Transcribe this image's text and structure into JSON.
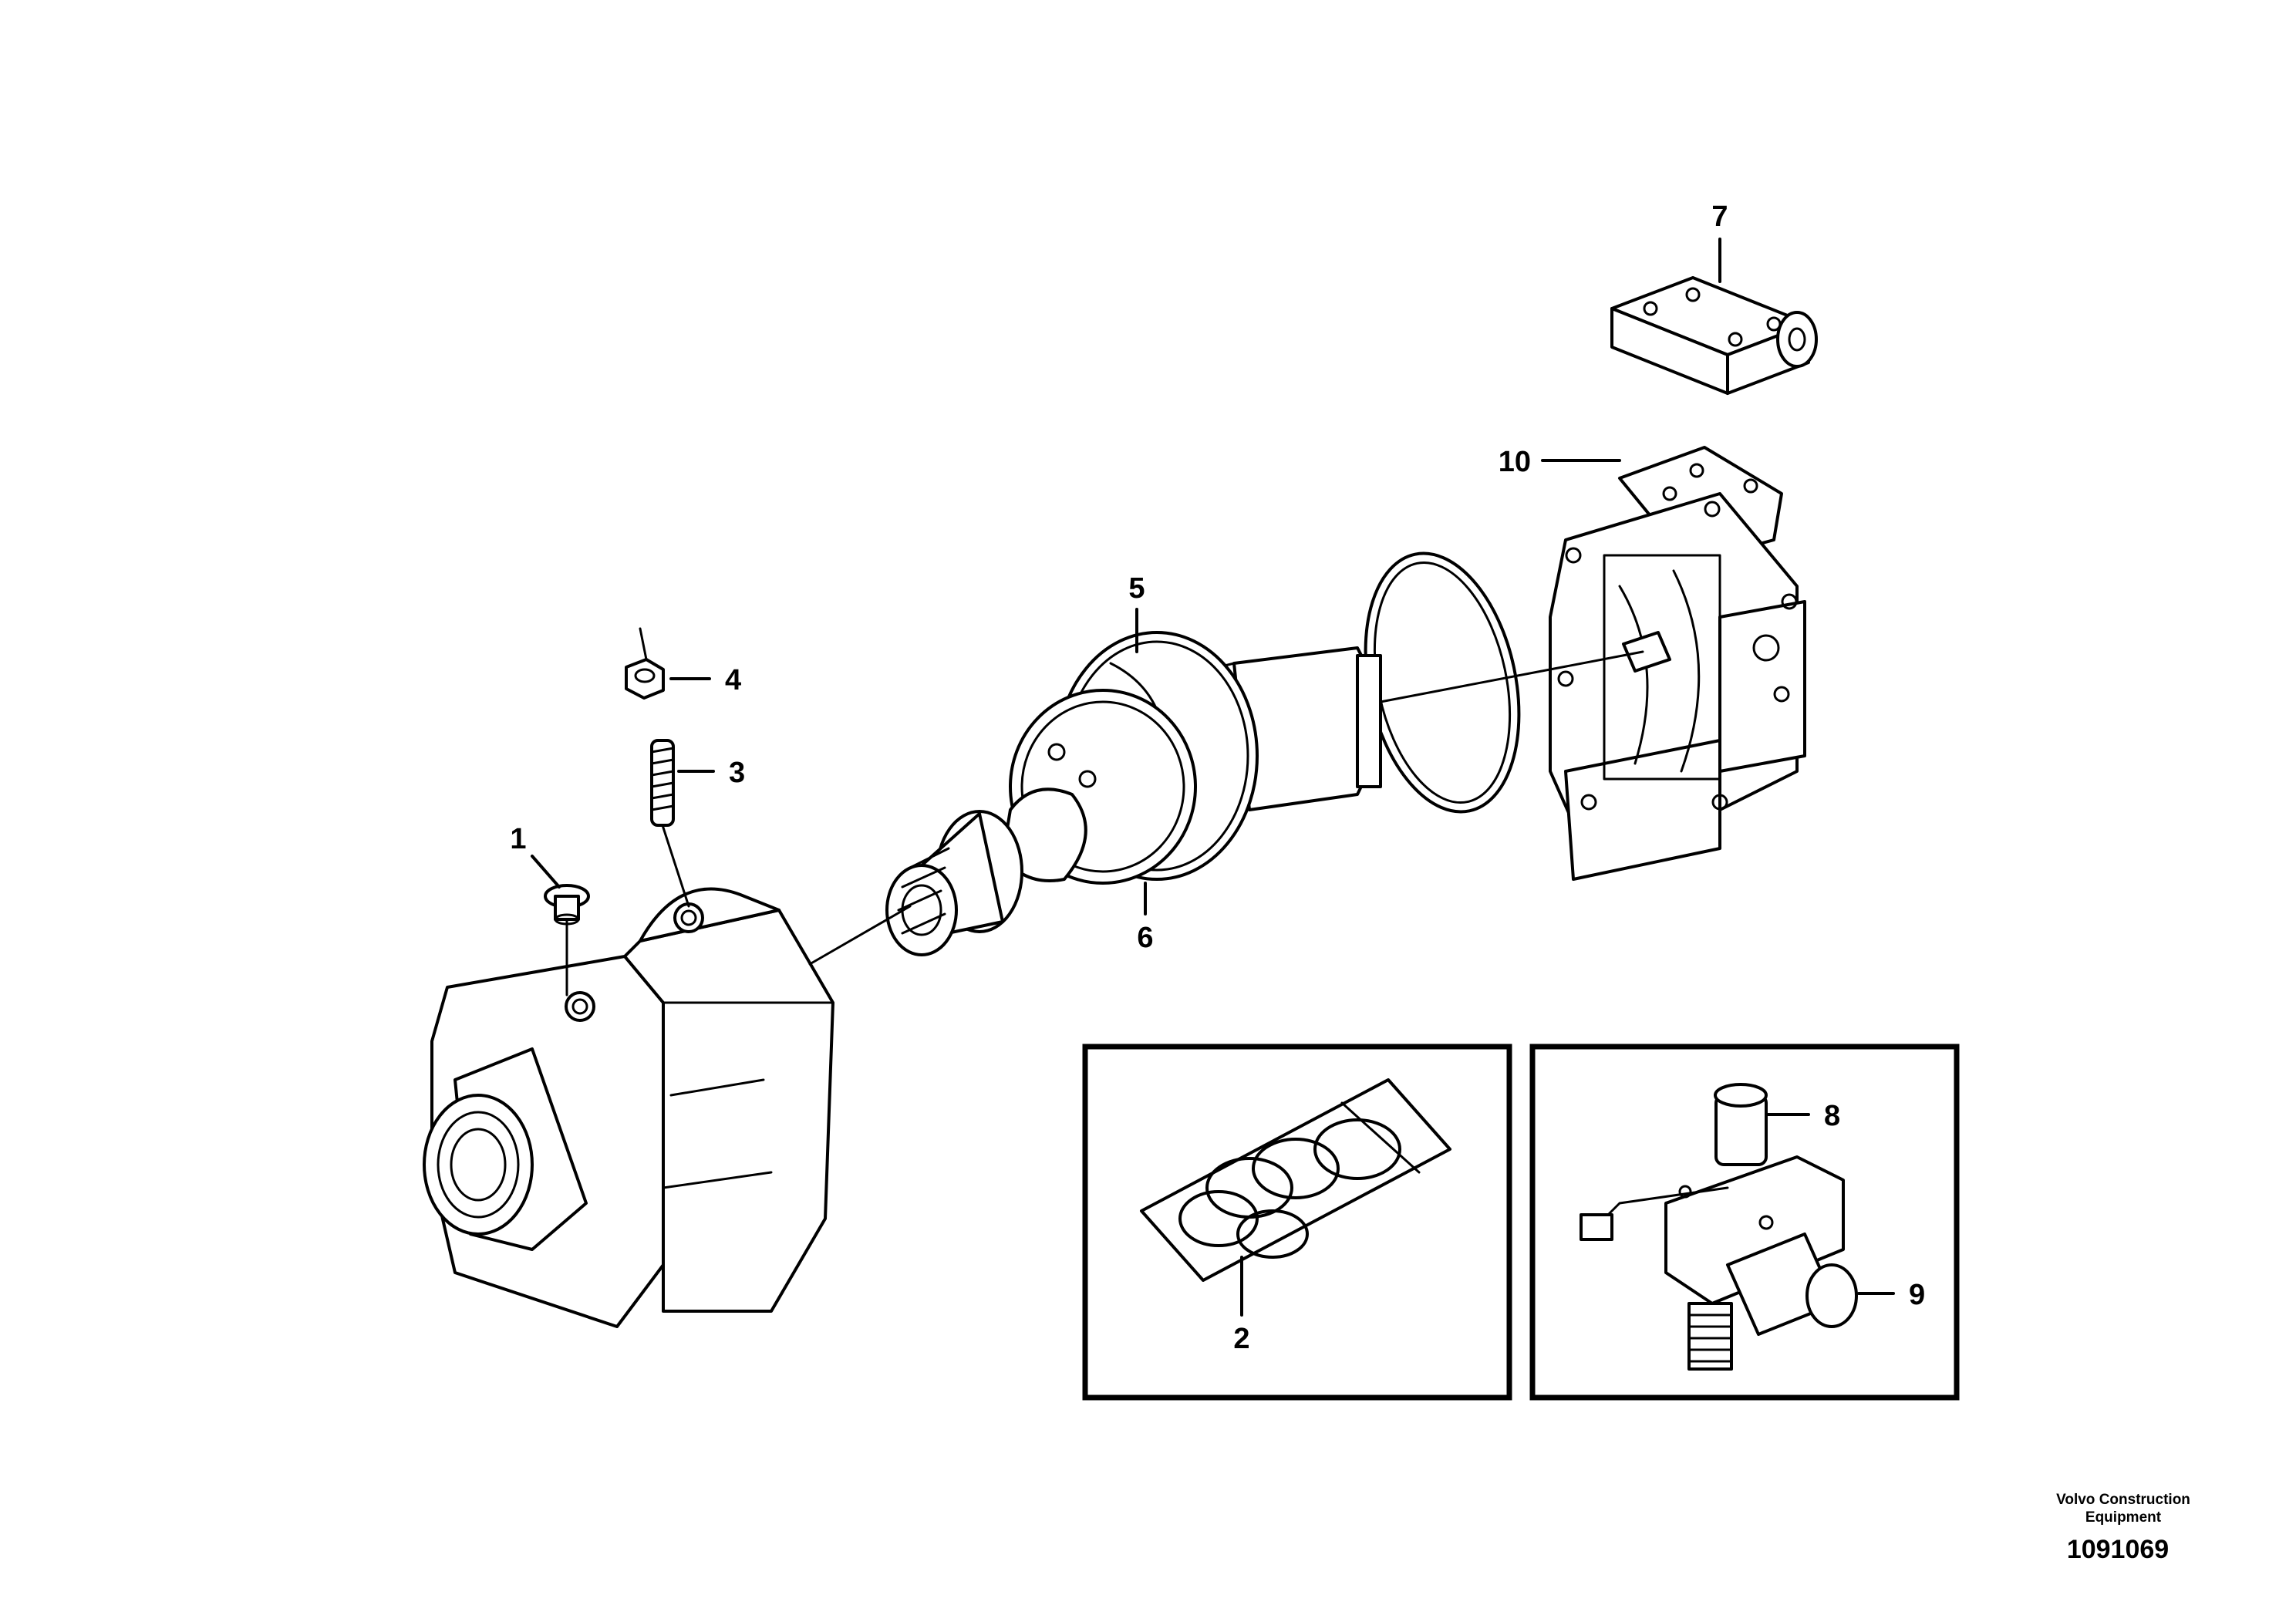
{
  "callouts": {
    "c1": "1",
    "c2": "2",
    "c3": "3",
    "c4": "4",
    "c5": "5",
    "c6": "6",
    "c7": "7",
    "c8": "8",
    "c9": "9",
    "c10": "10"
  },
  "footer": {
    "brand_line1": "Volvo Construction",
    "brand_line2": "Equipment",
    "drawing_number": "1091069"
  }
}
